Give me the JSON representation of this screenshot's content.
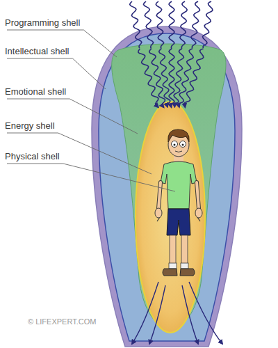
{
  "diagram": {
    "labels": [
      "Programming shell",
      "Intellectual shell",
      "Emotional shell",
      "Energy shell",
      "Physical shell",
      "© LIFEXPERT.COM"
    ]
  }
}
